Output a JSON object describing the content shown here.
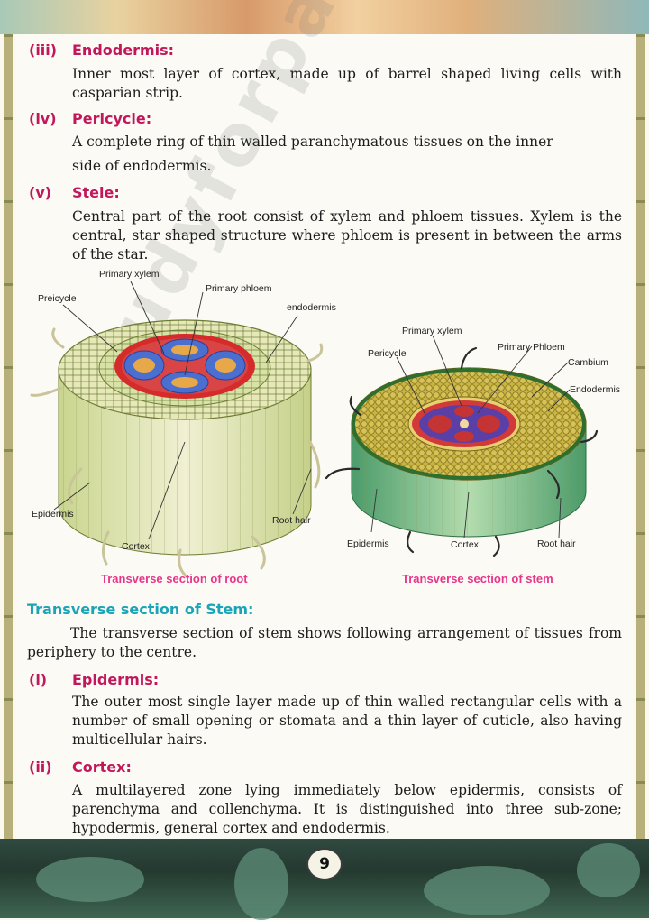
{
  "sections": [
    {
      "num": "(iii)",
      "title": "Endodermis:",
      "text": "Inner most layer of cortex, made up of barrel shaped living cells with casparian strip."
    },
    {
      "num": "(iv)",
      "title": "Pericycle:",
      "line1": "A complete ring of thin walled paranchymatous  tissues on the inner",
      "line2": "side of endodermis."
    },
    {
      "num": "(v)",
      "title": "Stele:",
      "text": "Central part of the root consist of xylem and phloem tissues. Xylem is the central, star shaped structure where phloem is present in between the arms of the star."
    }
  ],
  "figure_root": {
    "labels": {
      "primary_xylem": "Primary xylem",
      "primary_phloem": "Primary phloem",
      "pericycle": "Preicycle",
      "endodermis": "endodermis",
      "epidermis": "Epidermis",
      "root_hair": "Root hair",
      "cortex": "Cortex"
    },
    "caption": "Transverse section of root"
  },
  "figure_stem": {
    "labels": {
      "primary_xylem": "Primary xylem",
      "primary_phloem": "Primary Phloem",
      "pericycle": "Pericycle",
      "cambium": "Cambium",
      "endodermis": "Endodermis",
      "epidermis": "Epidermis",
      "cortex": "Cortex",
      "root_hair": "Root hair"
    },
    "caption": "Transverse section of stem"
  },
  "stem_section": {
    "title": "Transverse section of Stem:",
    "intro": "The transverse section of stem shows following arrangement of tissues from periphery to the centre.",
    "items": [
      {
        "num": "(i)",
        "title": "Epidermis:",
        "text": "The outer most single layer made up of thin walled rectangular cells with a number of small opening or stomata and a thin layer of cuticle, also having multicellular hairs."
      },
      {
        "num": "(ii)",
        "title": "Cortex:",
        "text": "A multilayered zone lying immediately below epidermis, consists of parenchyma and collenchyma. It is distinguished into three sub-zone; hypodermis, general cortex and endodermis."
      }
    ]
  },
  "watermark": "studyforpakistan.com",
  "page_number": "9",
  "colors": {
    "heading": "#c2185b",
    "section_title": "#1aa4b8",
    "caption": "#e8358a"
  }
}
